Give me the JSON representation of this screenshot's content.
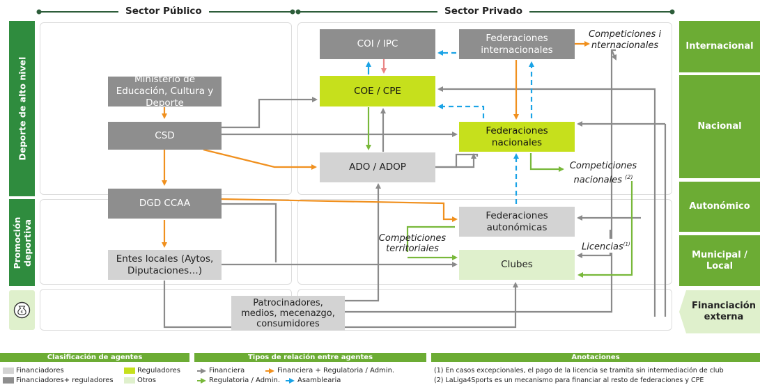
{
  "headers": {
    "public": "Sector Público",
    "private": "Sector Privado"
  },
  "left_bands": {
    "top": "Deporte de alto nivel",
    "middle": "Promoción deportiva"
  },
  "right_bands": {
    "internacional": "Internacional",
    "nacional": "Nacional",
    "autonomico": "Autonómico",
    "municipal": "Municipal / Local",
    "financiacion": "Financiación externa"
  },
  "nodes": {
    "coi": "COI / IPC",
    "fed_int": "Federaciones internacionales",
    "coe": "COE / CPE",
    "ministerio": "Ministerio de Educación, Cultura y Deporte",
    "csd": "CSD",
    "fed_nac": "Federaciones nacionales",
    "ado": "ADO / ADOP",
    "dgd": "DGD CCAA",
    "fed_aut": "Federaciones autonómicas",
    "entes": "Entes locales (Aytos, Diputaciones…)",
    "clubes": "Clubes",
    "patrocinadores": "Patrocinadores, medios, mecenazgo, consumidores"
  },
  "labels": {
    "comp_int": "Competiciones internacionales",
    "comp_nac": "Competiciones nacionales",
    "comp_nac_note": "(2)",
    "comp_terr": "Competiciones territoriales",
    "licencias": "Licencias",
    "licencias_note": "(1)"
  },
  "legend": {
    "clasificacion": {
      "title": "Clasificación de agentes",
      "items": [
        "Financiadores",
        "Reguladores",
        "Financiadores+ reguladores",
        "Otros"
      ]
    },
    "tipos": {
      "title": "Tipos de relación entre agentes",
      "items": [
        "Financiera",
        "Financiera + Regulatoria / Admin.",
        "Regulatoria / Admin.",
        "Asamblearia"
      ]
    },
    "anotaciones": {
      "title": "Anotaciones",
      "notes": [
        "(1) En casos excepcionales, el pago de la licencia se tramita sin intermediación de club",
        "(2) LaLiga4Sports es un mecanismo para financiar al resto de federaciones y CPE"
      ]
    }
  },
  "colors": {
    "financiera": "#8a8a8a",
    "financiera_regulatoria": "#f0901e",
    "regulatoria": "#78b83a",
    "asamblearia": "#1aa3e6",
    "coi_to_coe": "#e98585",
    "band_green": "#6cac34",
    "vertical_band": "#2f8c3e"
  }
}
